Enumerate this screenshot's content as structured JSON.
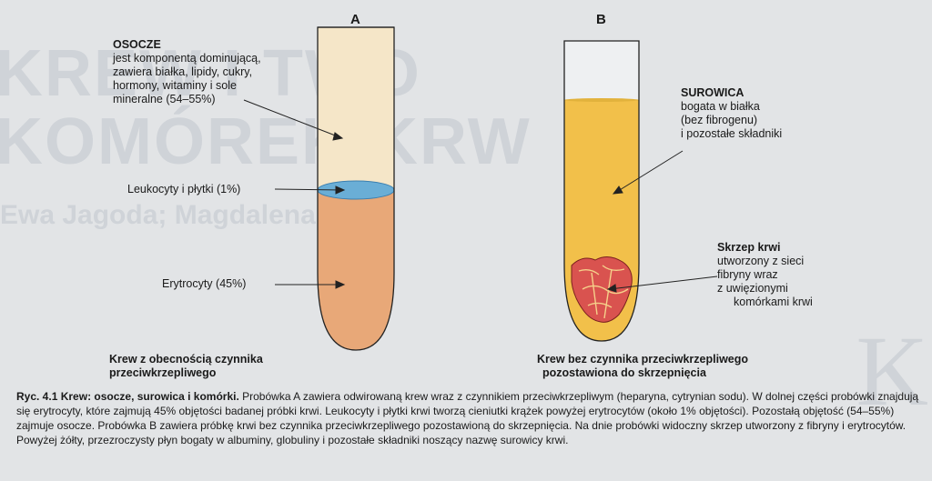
{
  "background": {
    "heading_top": "KREW I TWO",
    "heading_bottom": "KOMÓREK KRW",
    "author": "Ewa Jagoda; Magdalena",
    "side_letter": "K"
  },
  "tube_a": {
    "letter": "A",
    "plasma_title": "OSOCZE",
    "plasma_desc": [
      "jest komponentą dominującą,",
      "zawiera białka, lipidy, cukry,",
      "hormony, witaminy i sole",
      "mineralne (54–55%)"
    ],
    "buffy_label": "Leukocyty i płytki (1%)",
    "rbc_label": "Erytrocyty (45%)",
    "caption": [
      "Krew z obecnością czynnika",
      "przeciwkrzepliwego"
    ]
  },
  "tube_b": {
    "letter": "B",
    "serum_title": "SUROWICA",
    "serum_desc": [
      "bogata w białka",
      "(bez fibrogenu)",
      "i pozostałe składniki"
    ],
    "clot_title": "Skrzep krwi",
    "clot_desc": [
      "utworzony z sieci",
      "fibryny wraz",
      "z uwięzionymi",
      "komórkami krwi"
    ],
    "caption": [
      "Krew bez czynnika przeciwkrzepliwego",
      "pozostawiona do skrzepnięcia"
    ]
  },
  "figure_caption": {
    "number": "Ryc. 4.1",
    "title": "Krew: osocze, surowica i komórki.",
    "text": "Probówka A zawiera odwirowaną krew wraz z czynnikiem przeciwkrzepliwym (heparyna, cytrynian sodu). W dolnej części probówki znajdują się erytrocyty, które zajmują 45% objętości badanej próbki krwi. Leukocyty i płytki krwi tworzą cieniutki krążek powyżej erytrocytów (około 1% objętości). Pozostałą objętość (54–55%) zajmuje osocze. Probówka B zawiera próbkę krwi bez czynnika przeciwkrzepliwego pozostawioną do skrzepnięcia. Na dnie probówki widoczny skrzep utworzony z fibryny i erytrocytów. Powyżej żółty, przezroczysty płyn bogaty w albuminy, globuliny i pozostałe składniki noszący nazwę surowicy krwi."
  },
  "colors": {
    "plasma": "#f5e6c8",
    "buffy_coat": "#6aaed6",
    "erythrocytes": "#e8a878",
    "serum": "#f2c04a",
    "clot": "#d9534f",
    "tube_outline": "#222222"
  }
}
